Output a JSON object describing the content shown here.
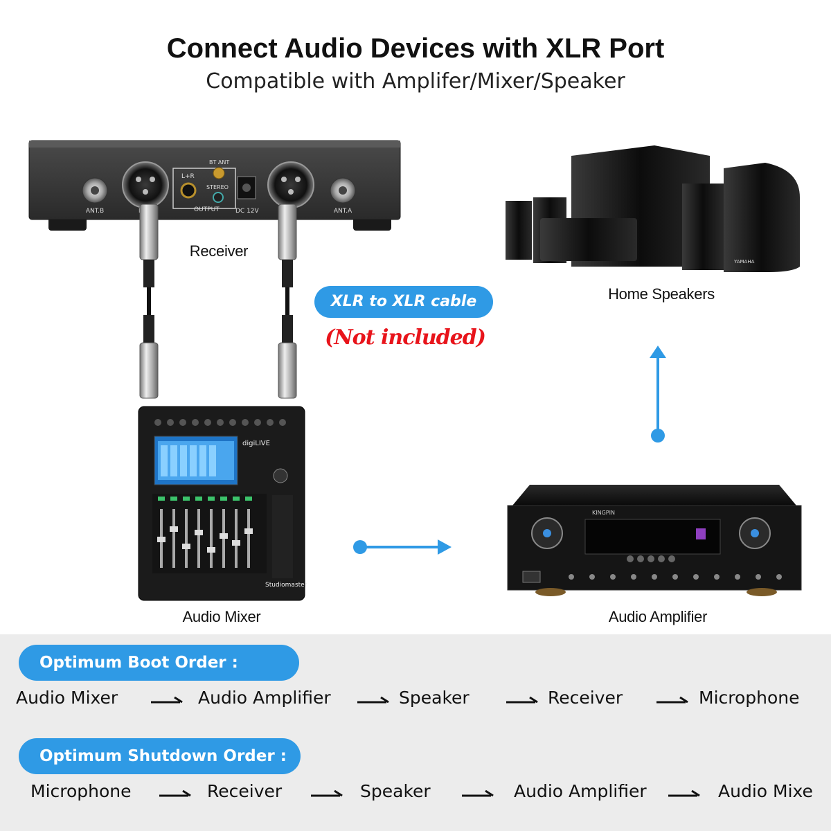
{
  "header": {
    "title": "Connect Audio Devices with XLR Port",
    "subtitle": "Compatible with Amplifer/Mixer/Speaker"
  },
  "devices": {
    "receiver": {
      "label": "Receiver",
      "port_labels": [
        "ANT.B",
        "B",
        "L+R",
        "OUTPUT",
        "BT ANT",
        "STEREO",
        "DC 12V",
        "ANT.A"
      ]
    },
    "home_speakers": {
      "label": "Home Speakers",
      "brand": "YAMAHA"
    },
    "audio_mixer": {
      "label": "Audio Mixer",
      "brand": "digiLIVE",
      "model": "Studiomaster"
    },
    "audio_amplifier": {
      "label": "Audio Amplifier",
      "brand": "KINGPIN"
    }
  },
  "cable_note": {
    "pill": "XLR to XLR cable",
    "warning": "(Not included)"
  },
  "boot_order": {
    "title": "Optimum Boot Order :",
    "steps": [
      "Audio Mixer",
      "Audio Amplifier",
      "Speaker",
      "Receiver",
      "Microphone"
    ]
  },
  "shutdown_order": {
    "title": "Optimum Shutdown Order :",
    "steps": [
      "Microphone",
      "Receiver",
      "Speaker",
      "Audio Amplifier",
      "Audio Mixe"
    ]
  },
  "colors": {
    "accent_blue": "#2f9ae5",
    "warning_red": "#e8141b",
    "panel_gray": "#ececec"
  }
}
